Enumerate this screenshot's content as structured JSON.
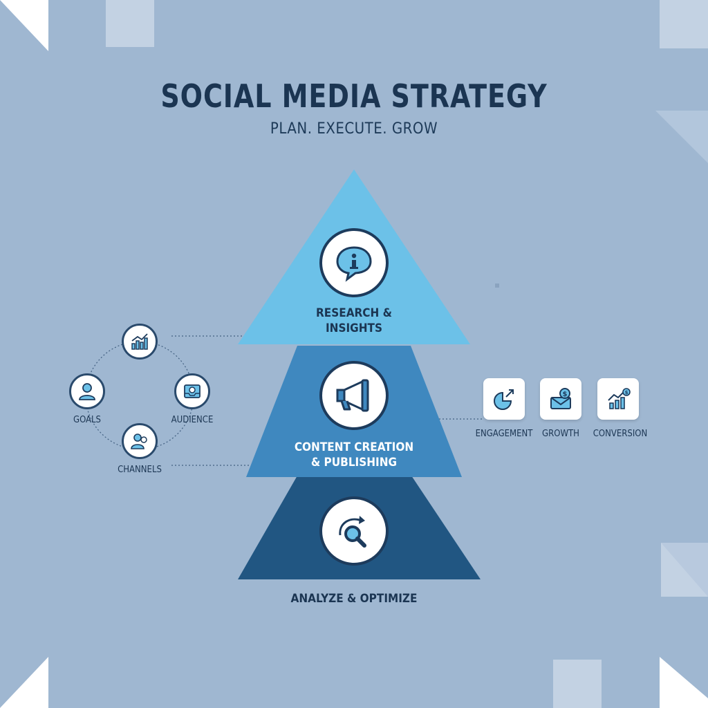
{
  "header": {
    "title": "SOCIAL MEDIA STRATEGY",
    "subtitle": "PLAN. EXECUTE. GROW"
  },
  "pyramid": {
    "tiers": [
      {
        "line1": "RESEARCH &",
        "line2": "INSIGHTS",
        "icon": "info-chat-bubble-icon",
        "color": "#6cc1e8"
      },
      {
        "line1": "CONTENT CREATION",
        "line2": "& PUBLISHING",
        "icon": "megaphone-icon",
        "color": "#3f88bf"
      },
      {
        "line1": "ANALYZE & OPTIMIZE",
        "icon": "magnifier-arrow-icon",
        "color": "#215682"
      }
    ]
  },
  "left_cycle": {
    "goals": "GOALS",
    "audience": "AUDIENCE",
    "channels": "CHANNELS"
  },
  "right_metrics": {
    "engagement": "ENGAGEMENT",
    "growth": "GROWTH",
    "conversion": "CONVERSION"
  },
  "colors": {
    "background": "#9fb7d1",
    "dark_navy": "#1b3552",
    "accent_light": "#6cc1e8",
    "accent_mid": "#3f88bf",
    "accent_dark": "#215682"
  }
}
